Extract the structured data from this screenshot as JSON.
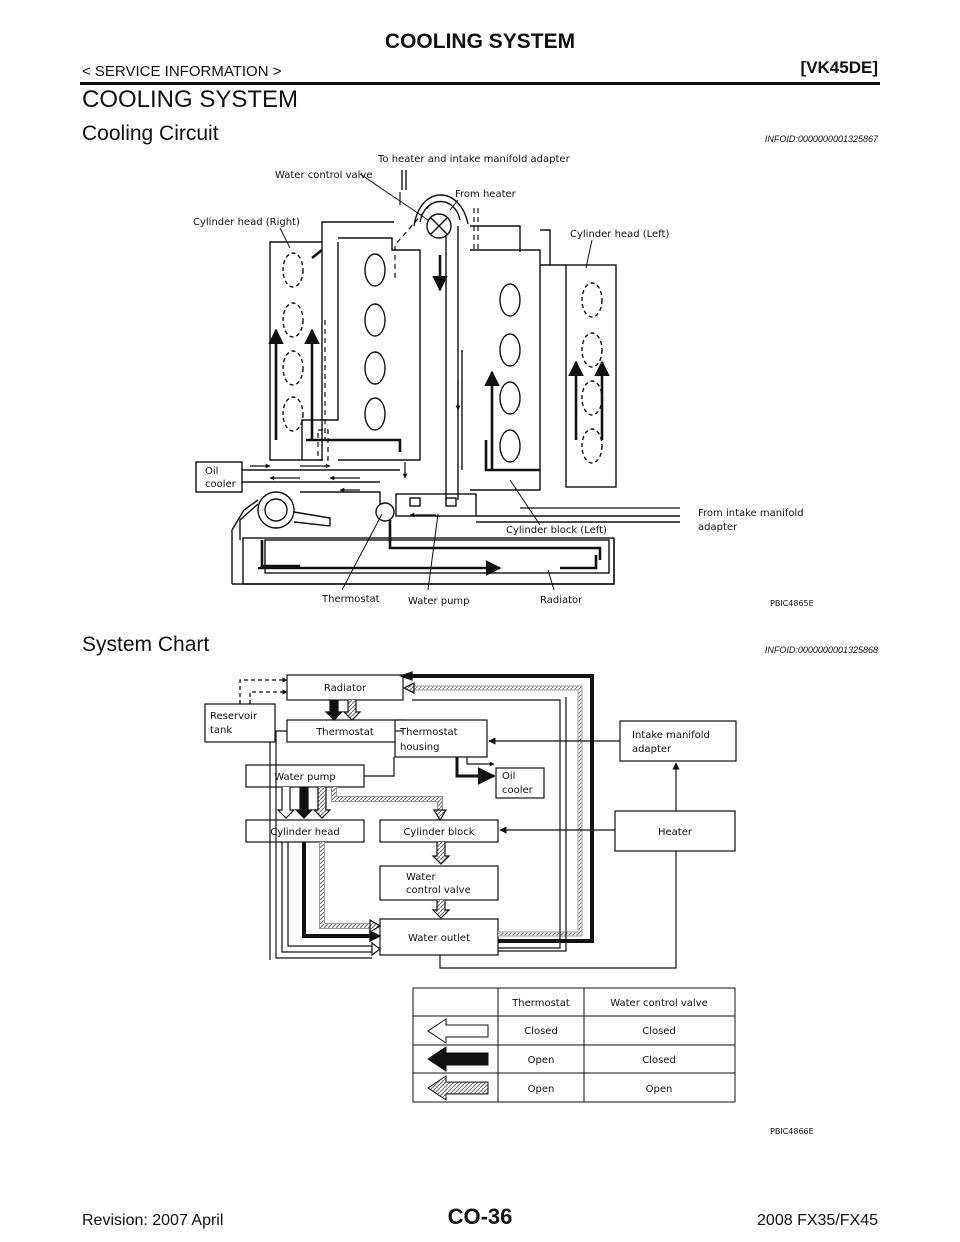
{
  "header": {
    "title": "COOLING SYSTEM",
    "section": "< SERVICE INFORMATION >",
    "engine": "[VK45DE]"
  },
  "page_title": "COOLING SYSTEM",
  "sections": [
    {
      "title": "Cooling Circuit",
      "infoid": "INFOID:0000000001325867"
    },
    {
      "title": "System Chart",
      "infoid": "INFOID:0000000001325868"
    }
  ],
  "circuit": {
    "labels": {
      "to_heater": "To heater and intake manifold adapter",
      "water_control_valve": "Water control valve",
      "from_heater": "From heater",
      "cyl_head_right": "Cylinder head (Right)",
      "cyl_head_left": "Cylinder head (Left)",
      "oil_cooler_1": "Oil",
      "oil_cooler_2": "cooler",
      "from_intake_1": "From intake manifold",
      "from_intake_2": "adapter",
      "cyl_block_left": "Cylinder block (Left)",
      "thermostat": "Thermostat",
      "water_pump": "Water pump",
      "radiator": "Radiator"
    },
    "code": "PBIC4865E"
  },
  "chart": {
    "boxes": {
      "radiator": "Radiator",
      "reservoir_1": "Reservoir",
      "reservoir_2": "tank",
      "thermostat": "Thermostat",
      "thermostat_housing_1": "Thermostat",
      "thermostat_housing_2": "housing",
      "intake_1": "Intake manifold",
      "intake_2": "adapter",
      "water_pump": "Water pump",
      "oil_cooler_1": "Oil",
      "oil_cooler_2": "cooler",
      "cylinder_head": "Cylinder head",
      "cylinder_block": "Cylinder block",
      "heater": "Heater",
      "wcv_1": "Water",
      "wcv_2": "control valve",
      "water_outlet": "Water outlet"
    },
    "legend": {
      "col_thermostat": "Thermostat",
      "col_wcv": "Water control valve",
      "rows": [
        {
          "arrow": "white-arrow",
          "thermostat": "Closed",
          "wcv": "Closed"
        },
        {
          "arrow": "black-arrow",
          "thermostat": "Open",
          "wcv": "Closed"
        },
        {
          "arrow": "hatched-arrow",
          "thermostat": "Open",
          "wcv": "Open"
        }
      ]
    },
    "code": "PBIC4866E"
  },
  "footer": {
    "revision": "Revision: 2007 April",
    "page": "CO-36",
    "model": "2008 FX35/FX45"
  },
  "colors": {
    "ink": "#111111",
    "hatch": "#9a9a9a"
  }
}
